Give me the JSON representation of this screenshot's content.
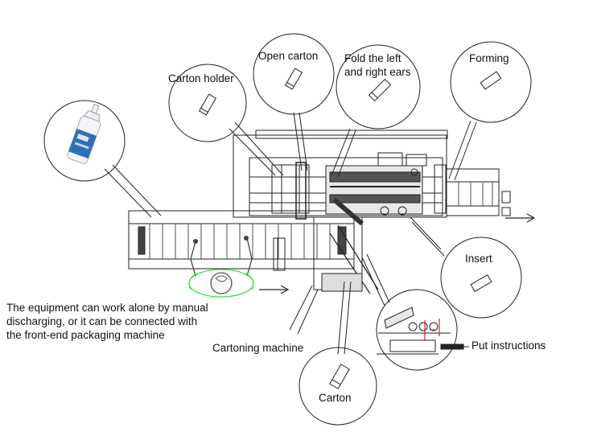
{
  "labels": {
    "carton_holder": "Carton holder",
    "open_carton": "Open carton",
    "fold_ears": "Fold the left\nand right ears",
    "forming": "Forming",
    "insert": "Insert",
    "put_instructions": "Put instructions",
    "cartoning_machine": "Cartoning machine",
    "carton": "Carton",
    "equipment_note": "The equipment can work alone by manual\ndischarging, or it can be connected with\nthe front-end packaging machine"
  },
  "colors": {
    "line": "#222222",
    "operator_outline": "#39e639",
    "instruction_marks": "#d62020",
    "bottle_body": "#f2f4f7",
    "bottle_label": "#2f6fb5"
  },
  "icons": [
    "bottle-icon",
    "carton-blank-icon",
    "operator-icon",
    "flow-arrow-icon"
  ]
}
